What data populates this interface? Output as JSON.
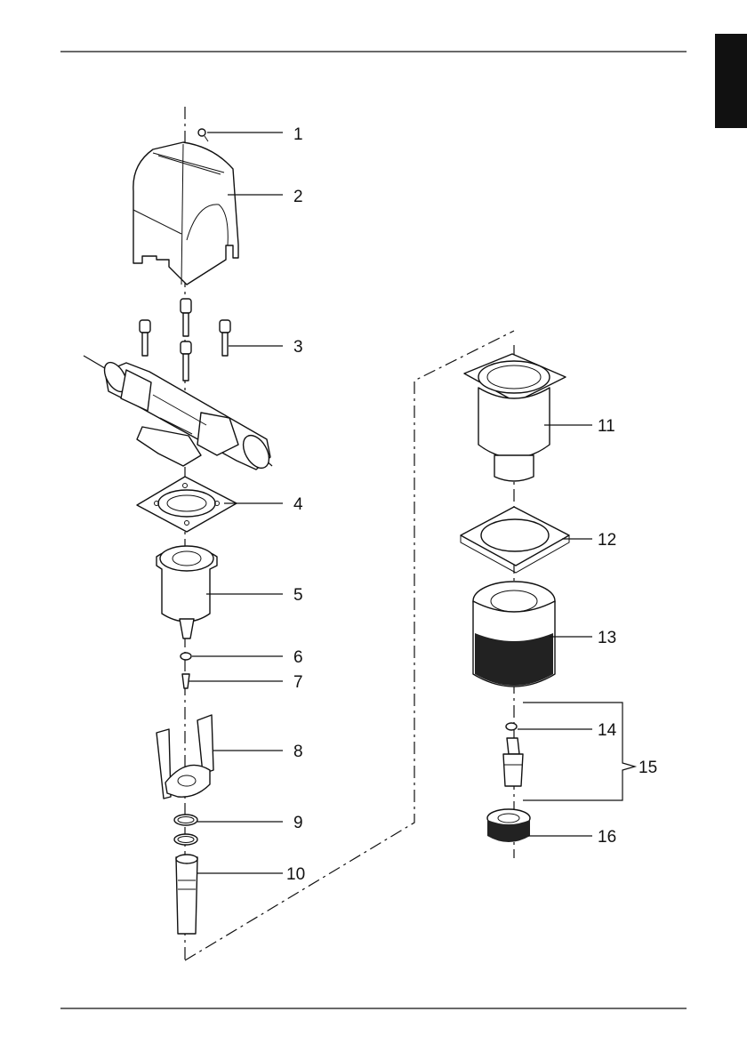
{
  "page": {
    "tab_color": "#111111",
    "rule_color": "#111111"
  },
  "diagram": {
    "type": "exploded-parts-view",
    "callouts": [
      {
        "id": "1",
        "text": "1"
      },
      {
        "id": "2",
        "text": "2"
      },
      {
        "id": "3",
        "text": "3"
      },
      {
        "id": "4",
        "text": "4"
      },
      {
        "id": "5",
        "text": "5"
      },
      {
        "id": "6",
        "text": "6"
      },
      {
        "id": "7",
        "text": "7"
      },
      {
        "id": "8",
        "text": "8"
      },
      {
        "id": "9",
        "text": "9"
      },
      {
        "id": "10",
        "text": "10"
      },
      {
        "id": "11",
        "text": "11"
      },
      {
        "id": "12",
        "text": "12"
      },
      {
        "id": "13",
        "text": "13"
      },
      {
        "id": "14",
        "text": "14"
      },
      {
        "id": "15",
        "text": "15"
      },
      {
        "id": "16",
        "text": "16"
      }
    ]
  }
}
